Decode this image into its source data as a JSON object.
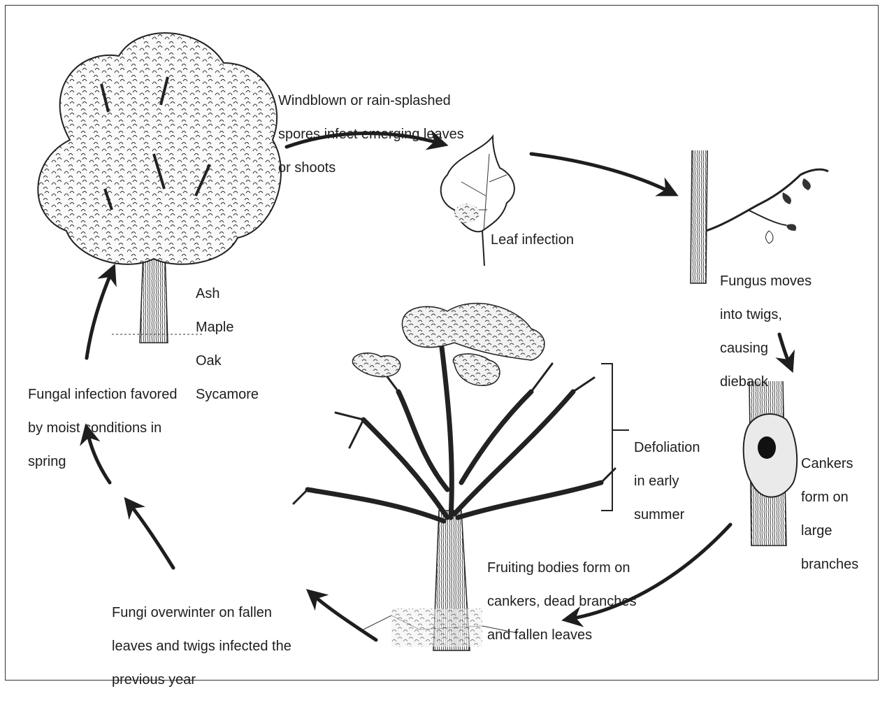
{
  "diagram": {
    "hosts": [
      "Ash",
      "Maple",
      "Oak",
      "Sycamore"
    ],
    "steps": {
      "windblown": [
        "Windblown or rain-splashed",
        "spores infect emerging leaves",
        "or shoots"
      ],
      "leaf_infection": "Leaf infection",
      "twigs": [
        "Fungus moves",
        "into twigs,",
        "causing",
        "dieback"
      ],
      "cankers": [
        "Cankers",
        "form on",
        "large",
        "branches"
      ],
      "defoliation": [
        "Defoliation",
        "in early",
        "summer"
      ],
      "fruiting": [
        "Fruiting bodies form on",
        "cankers, dead branches",
        "and fallen leaves"
      ],
      "overwinter": [
        "Fungi overwinter on fallen",
        "leaves and twigs infected the",
        "previous year"
      ],
      "favored": [
        "Fungal infection favored",
        "by moist conditions in",
        "spring"
      ]
    },
    "colors": {
      "ink": "#1e1e1e",
      "background": "#ffffff",
      "frame": "#333333"
    }
  }
}
